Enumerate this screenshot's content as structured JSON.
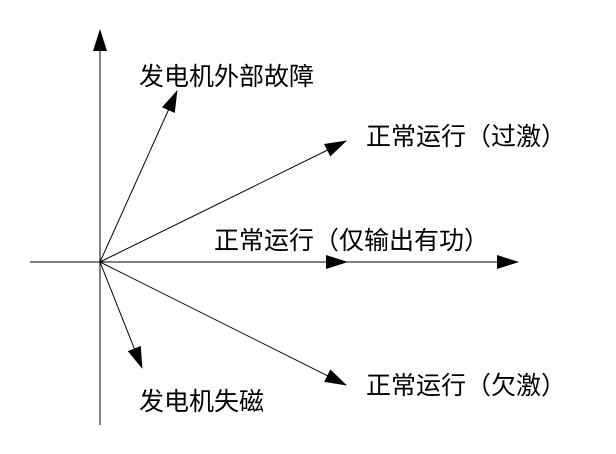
{
  "labels": {
    "external_fault": "发电机外部故障",
    "over_excited": "正常运行（过激）",
    "active_power_only": "正常运行（仅输出有功）",
    "under_excited": "正常运行（欠激）",
    "loss_of_field": "发电机失磁"
  },
  "colors": {
    "line": "#000000",
    "background": "#ffffff"
  }
}
